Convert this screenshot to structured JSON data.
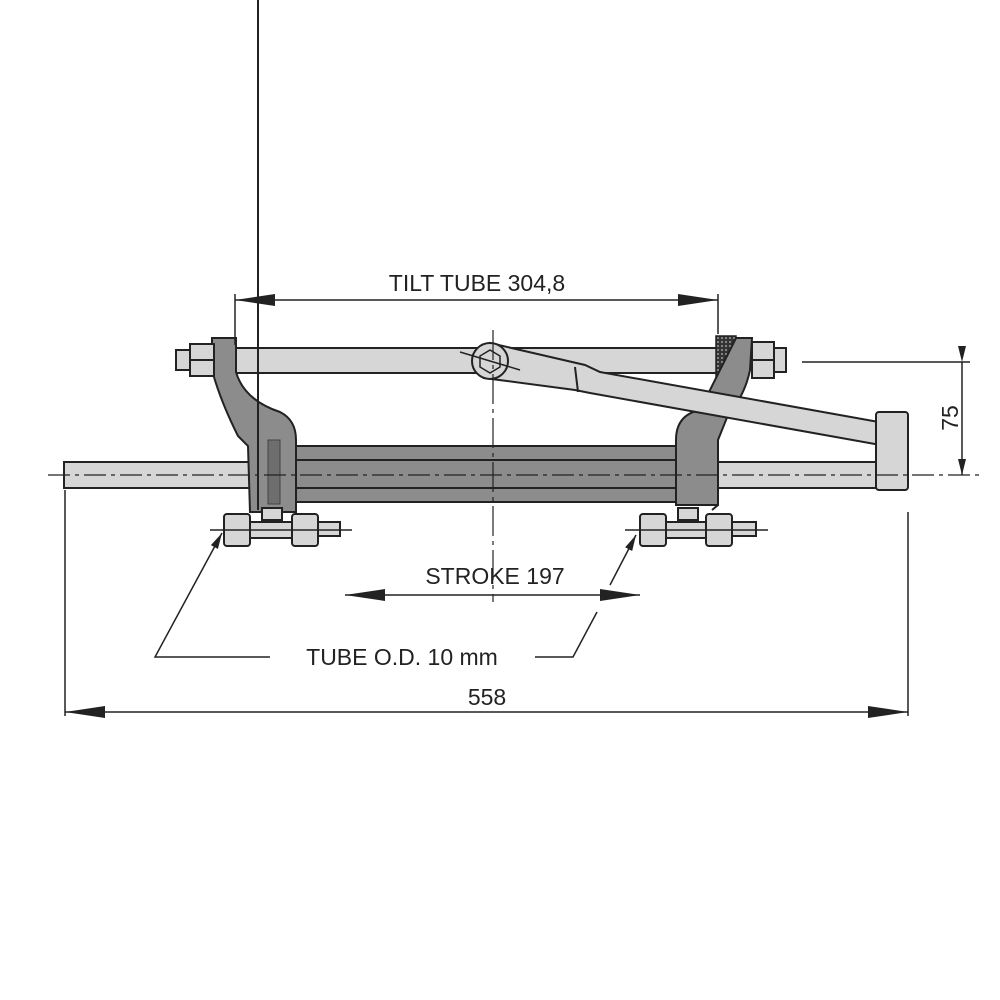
{
  "labels": {
    "tilt_tube": "TILT TUBE 304,8",
    "stroke": "STROKE 197",
    "tube_od": "TUBE O.D. 10 mm",
    "overall_length": "558",
    "height": "75"
  },
  "colors": {
    "light_part": "#d6d6d6",
    "dark_part": "#8c8c8c",
    "line": "#222222"
  }
}
